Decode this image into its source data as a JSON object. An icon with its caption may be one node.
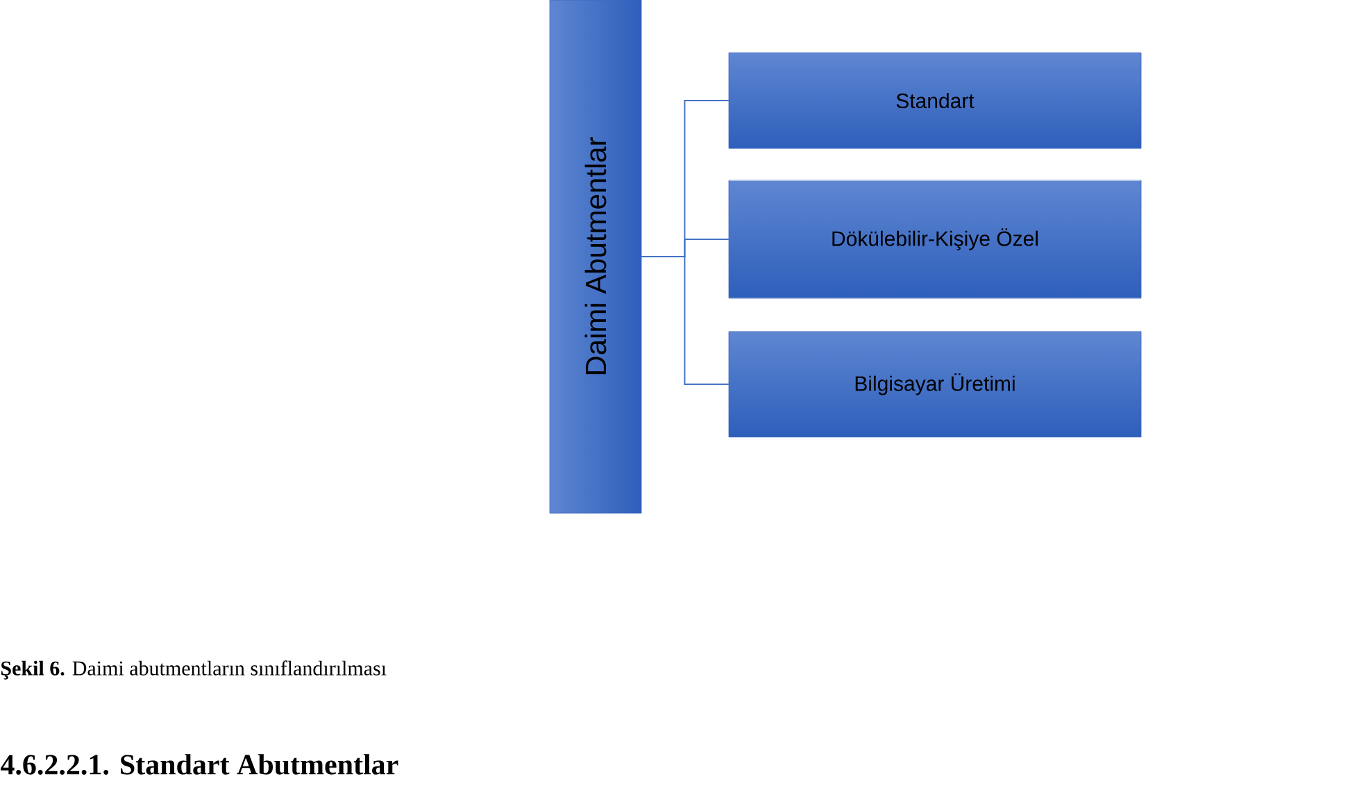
{
  "diagram": {
    "caption": "**Şekil 6.** Daimi abutmentların sınıflandırılması",
    "nodes": [
      {
        "text": [
          "Daimi Abutmentlar"
        ]
      },
      {
        "text": [
          "Standart"
        ]
      },
      {
        "text": [
          "Dökülebilir-Kişiye Özel"
        ]
      },
      {
        "text": [
          "Bilgisayar Üretimi"
        ]
      }
    ],
    "edges": [
      {
        "from": 0,
        "to": 1,
        "arrow": "none"
      },
      {
        "from": 0,
        "to": 2,
        "arrow": "none"
      },
      {
        "from": 0,
        "to": 3,
        "arrow": "none"
      }
    ],
    "labels": [
      "4.6.2.2.1. Standart Abutmentlar"
    ]
  }
}
